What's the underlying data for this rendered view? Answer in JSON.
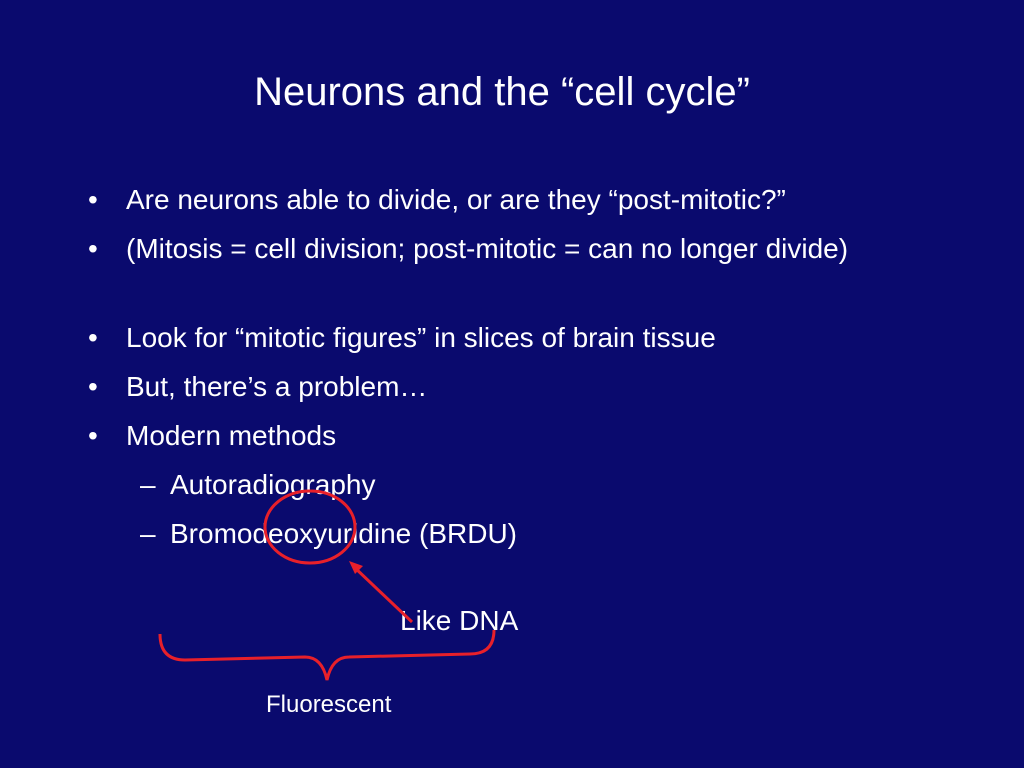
{
  "slide": {
    "title": "Neurons and the “cell cycle”",
    "bullets": [
      {
        "mark": "•",
        "text": "Are neurons able to divide, or are they “post-mitotic?”"
      },
      {
        "mark": "•",
        "text": "(Mitosis = cell division; post-mitotic = can no longer divide)"
      },
      {
        "mark": "•",
        "text": "Look for “mitotic figures” in slices of brain tissue"
      },
      {
        "mark": "•",
        "text": "But, there’s a problem…"
      },
      {
        "mark": "•",
        "text": "Modern methods"
      }
    ],
    "sub_bullets": [
      {
        "mark": "–",
        "text": "Autoradiography"
      },
      {
        "mark": "–",
        "text": "Bromodeoxyuridine (BRDU)"
      }
    ],
    "annotations": {
      "like_dna": "Like DNA",
      "fluorescent": "Fluorescent"
    },
    "colors": {
      "background": "#0a0a6e",
      "text": "#ffffff",
      "annotation_stroke": "#e8202a"
    }
  }
}
